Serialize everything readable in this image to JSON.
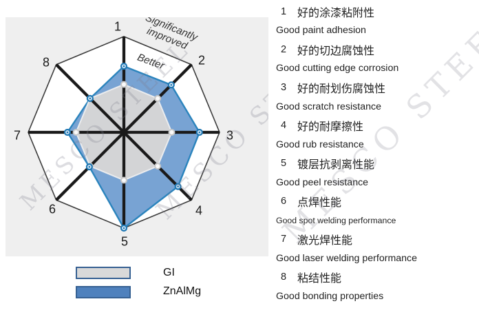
{
  "watermark": {
    "text": "MESCO STEEL"
  },
  "radar_panel": {
    "annotation_outer": "Significantly improved",
    "annotation_inner": "Better"
  },
  "legend": {
    "items": [
      {
        "label": "GI",
        "fill": "#d9d9d9",
        "border": "#366092"
      },
      {
        "label": "ZnAlMg",
        "fill": "#4f81bd",
        "border": "#366092"
      }
    ]
  },
  "criteria": [
    {
      "number": "1",
      "zh": "好的涂漆粘附性",
      "en": "Good paint adhesion"
    },
    {
      "number": "2",
      "zh": "好的切边腐蚀性",
      "en": "Good cutting edge corrosion"
    },
    {
      "number": "3",
      "zh": "好的耐划伤腐蚀性",
      "en": "Good scratch resistance"
    },
    {
      "number": "4",
      "zh": "好的耐摩擦性",
      "en": "Good rub resistance"
    },
    {
      "number": "5",
      "zh": "镀层抗剥离性能",
      "en": "Good peel resistance"
    },
    {
      "number": "6",
      "zh": "点焊性能",
      "en": "Good spot welding performance"
    },
    {
      "number": "7",
      "zh": "激光焊性能",
      "en": "Good laser welding performance"
    },
    {
      "number": "8",
      "zh": "粘结性能",
      "en": "Good bonding properties"
    }
  ],
  "chart_data": {
    "type": "radar",
    "categories": [
      "1",
      "2",
      "3",
      "4",
      "5",
      "6",
      "7",
      "8"
    ],
    "scale": {
      "min": 0,
      "max": 1
    },
    "grid": "single outer octagon, 8 thick radial spokes",
    "series": [
      {
        "name": "GI",
        "values": [
          0.5,
          0.5,
          0.5,
          0.5,
          0.5,
          0.5,
          0.5,
          0.5
        ],
        "fill": "#d3d4d6",
        "stroke": "#ebecee",
        "dot_fill": "#fafafa",
        "dot_stroke": "#c7c7c7"
      },
      {
        "name": "ZnAlMg",
        "values": [
          0.69,
          0.7,
          0.79,
          0.8,
          1.0,
          0.51,
          0.59,
          0.5
        ],
        "fill": "#78a3d3",
        "stroke": "#2b84bd",
        "dot_fill": "#ddebf7",
        "dot_stroke": "#1f78b4"
      }
    ],
    "annotations": [
      {
        "text": "Significantly improved",
        "at_fraction": 1.0
      },
      {
        "text": "Better",
        "at_fraction": 0.7
      }
    ]
  }
}
